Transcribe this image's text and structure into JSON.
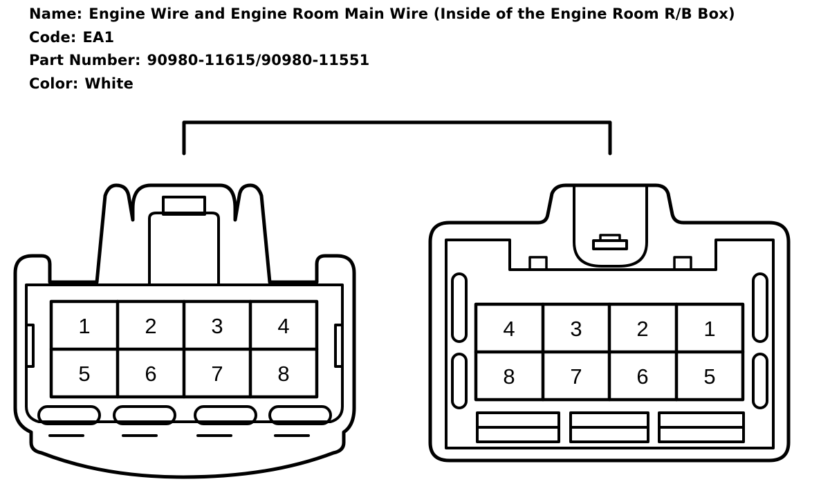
{
  "header": {
    "name_label": "Name:",
    "name_value": "Engine Wire and Engine Room Main Wire (Inside of the Engine Room R/B Box)",
    "code_label": "Code:",
    "code_value": "EA1",
    "part_label": "Part Number:",
    "part_value": "90980-11615/90980-11551",
    "color_label": "Color:",
    "color_value": "White"
  },
  "connectors": {
    "left": {
      "pins": [
        "1",
        "2",
        "3",
        "4",
        "5",
        "6",
        "7",
        "8"
      ]
    },
    "right": {
      "pins": [
        "4",
        "3",
        "2",
        "1",
        "8",
        "7",
        "6",
        "5"
      ]
    }
  },
  "colors": {
    "line": "#000000",
    "background": "#ffffff"
  }
}
